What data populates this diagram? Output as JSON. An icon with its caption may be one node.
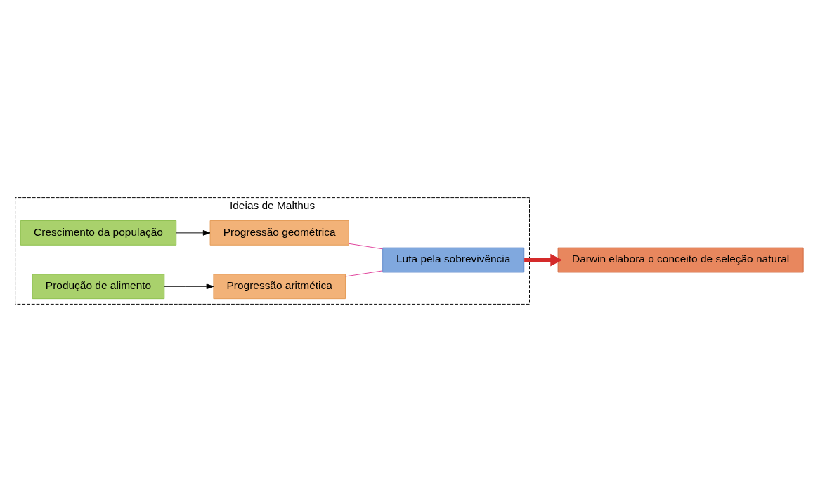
{
  "diagram": {
    "nodes": [
      {
        "text": [
          "Ideias de Malthus"
        ]
      },
      {
        "text": [
          "Crescimento da população"
        ],
        "in": 0
      },
      {
        "text": [
          "Progressão geométrica"
        ],
        "in": 0
      },
      {
        "text": [
          "Produção de alimento"
        ],
        "in": 0
      },
      {
        "text": [
          "Progressão aritmética"
        ],
        "in": 0
      },
      {
        "text": [
          "Luta pela sobrevivência"
        ],
        "in": 0
      },
      {
        "text": [
          "Darwin elabora o conceito de seleção natural"
        ]
      }
    ],
    "edges": [
      {
        "from": 1,
        "to": 2,
        "arrow": "to"
      },
      {
        "from": 3,
        "to": 4,
        "arrow": "to"
      },
      {
        "from": 2,
        "to": 5,
        "arrow": "none",
        "color": "#e0409a"
      },
      {
        "from": 4,
        "to": 5,
        "arrow": "none",
        "color": "#e0409a"
      },
      {
        "from": 5,
        "to": 6,
        "arrow": "to",
        "style": "thick",
        "color": "#d42a2a"
      }
    ]
  }
}
